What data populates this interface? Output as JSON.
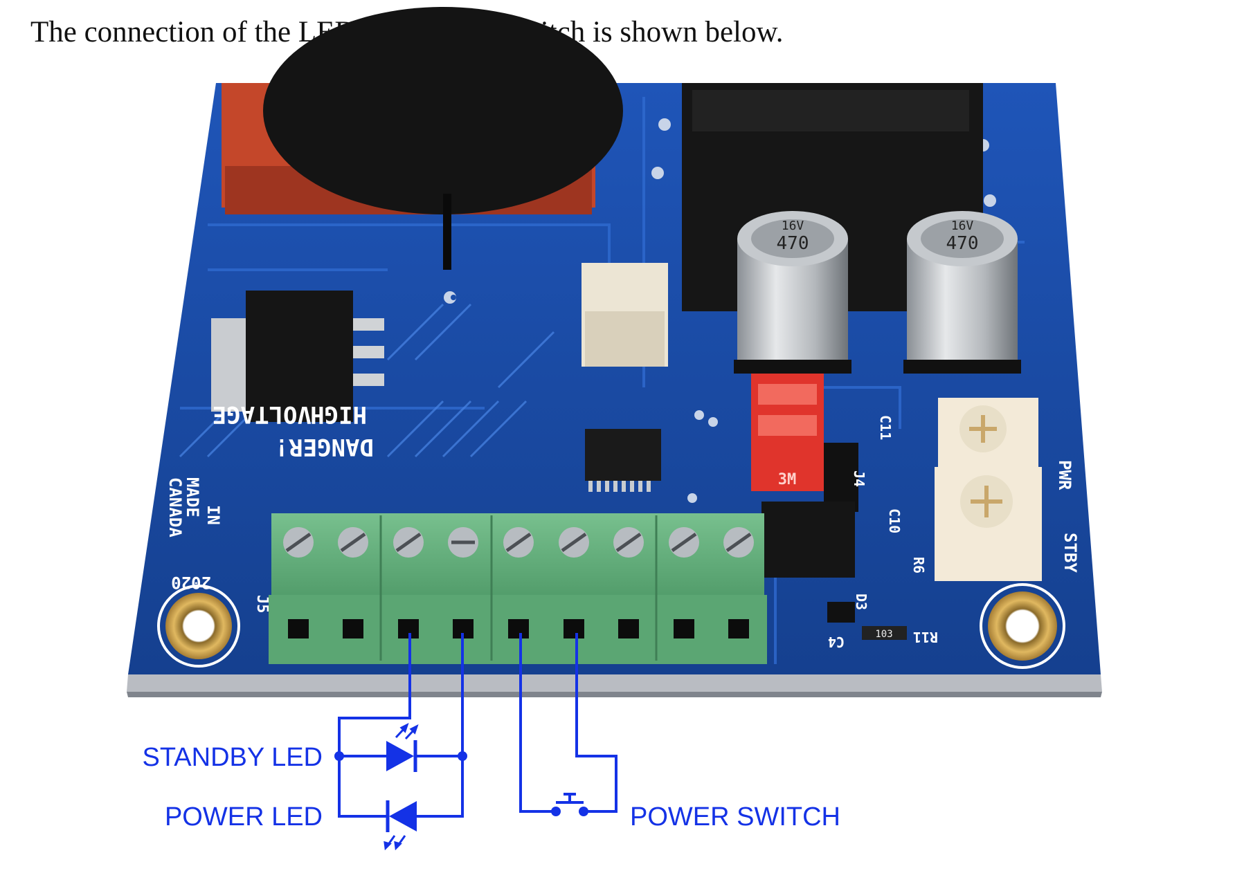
{
  "document": {
    "heading": "The connection of the LEDs and power switch is shown below."
  },
  "figure": {
    "wiring_color": "#1432e6",
    "board_color": "#1a4da8",
    "terminal_color": "#5fae7a",
    "labels": {
      "standby_led": "STANDBY LED",
      "power_led": "POWER LED",
      "power_switch": "POWER SWITCH"
    },
    "silkscreen": {
      "high": "HIGH",
      "voltage": "VOLTAGE",
      "danger": "DANGER!",
      "made": "MADE",
      "in": "IN",
      "canada": "CANADA",
      "year": "2020",
      "j5": "J5",
      "pwr": "PWR",
      "stby": "STBY",
      "d3": "D3",
      "c4": "C4",
      "c10": "C10",
      "r6": "R6",
      "r11": "R11",
      "j4": "J4",
      "c11": "C11",
      "resistor_code": "103"
    },
    "capacitor_marking": {
      "value": "470",
      "voltage": "16V"
    },
    "jumper_marking": "3M"
  }
}
